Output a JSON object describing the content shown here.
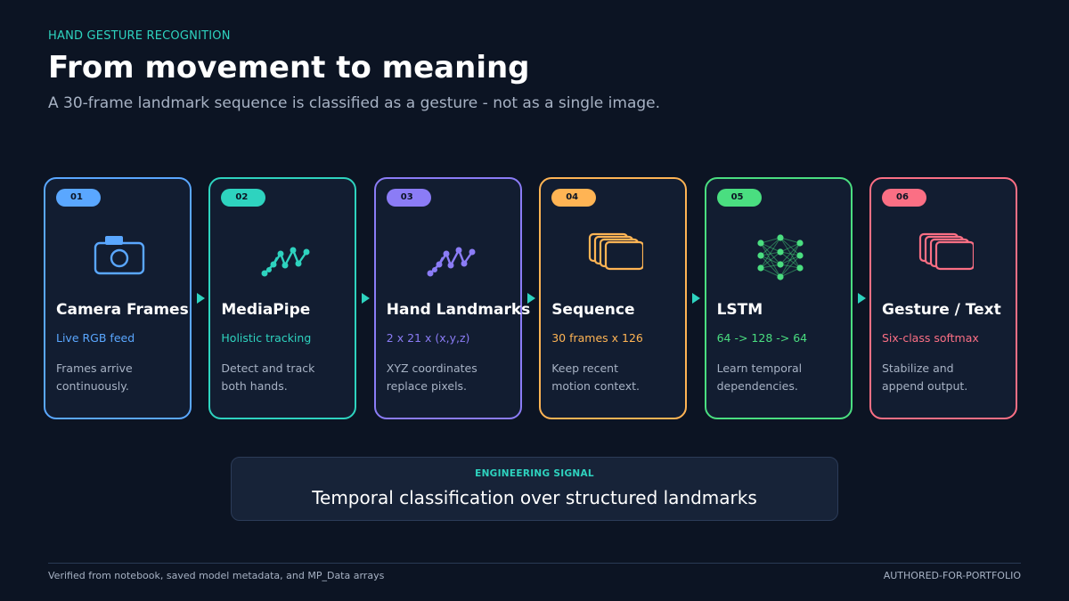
{
  "header": {
    "eyebrow": "HAND GESTURE RECOGNITION",
    "title": "From movement to meaning",
    "subtitle": "A 30-frame landmark sequence is classified as a gesture - not as a single image."
  },
  "pipeline": [
    {
      "num": "01",
      "title": "Camera Frames",
      "tag": "Live RGB feed",
      "desc1": "Frames arrive",
      "desc2": "continuously.",
      "color": "#5aa7ff",
      "icon": "camera-icon"
    },
    {
      "num": "02",
      "title": "MediaPipe",
      "tag": "Holistic tracking",
      "desc1": "Detect and track",
      "desc2": "both hands.",
      "color": "#2ed3bf",
      "icon": "landmarks-icon"
    },
    {
      "num": "03",
      "title": "Hand Landmarks",
      "tag": "2 x 21 x (x,y,z)",
      "desc1": "XYZ coordinates",
      "desc2": "replace pixels.",
      "color": "#8b7cf6",
      "icon": "landmarks-icon"
    },
    {
      "num": "04",
      "title": "Sequence",
      "tag": "30 frames x 126",
      "desc1": "Keep recent",
      "desc2": "motion context.",
      "color": "#ffb454",
      "icon": "frame-stack-icon"
    },
    {
      "num": "05",
      "title": "LSTM",
      "tag": "64 -> 128 -> 64",
      "desc1": "Learn temporal",
      "desc2": "dependencies.",
      "color": "#4ade80",
      "icon": "neural-network-icon"
    },
    {
      "num": "06",
      "title": "Gesture / Text",
      "tag": "Six-class softmax",
      "desc1": "Stabilize and",
      "desc2": "append output.",
      "color": "#fb6f84",
      "icon": "frame-stack-icon"
    }
  ],
  "arrow_color": "#2ed3bf",
  "signal": {
    "label": "ENGINEERING SIGNAL",
    "text": "Temporal classification over structured landmarks"
  },
  "footer": {
    "left": "Verified from notebook, saved model metadata, and MP_Data arrays",
    "right": "AUTHORED-FOR-PORTFOLIO"
  }
}
